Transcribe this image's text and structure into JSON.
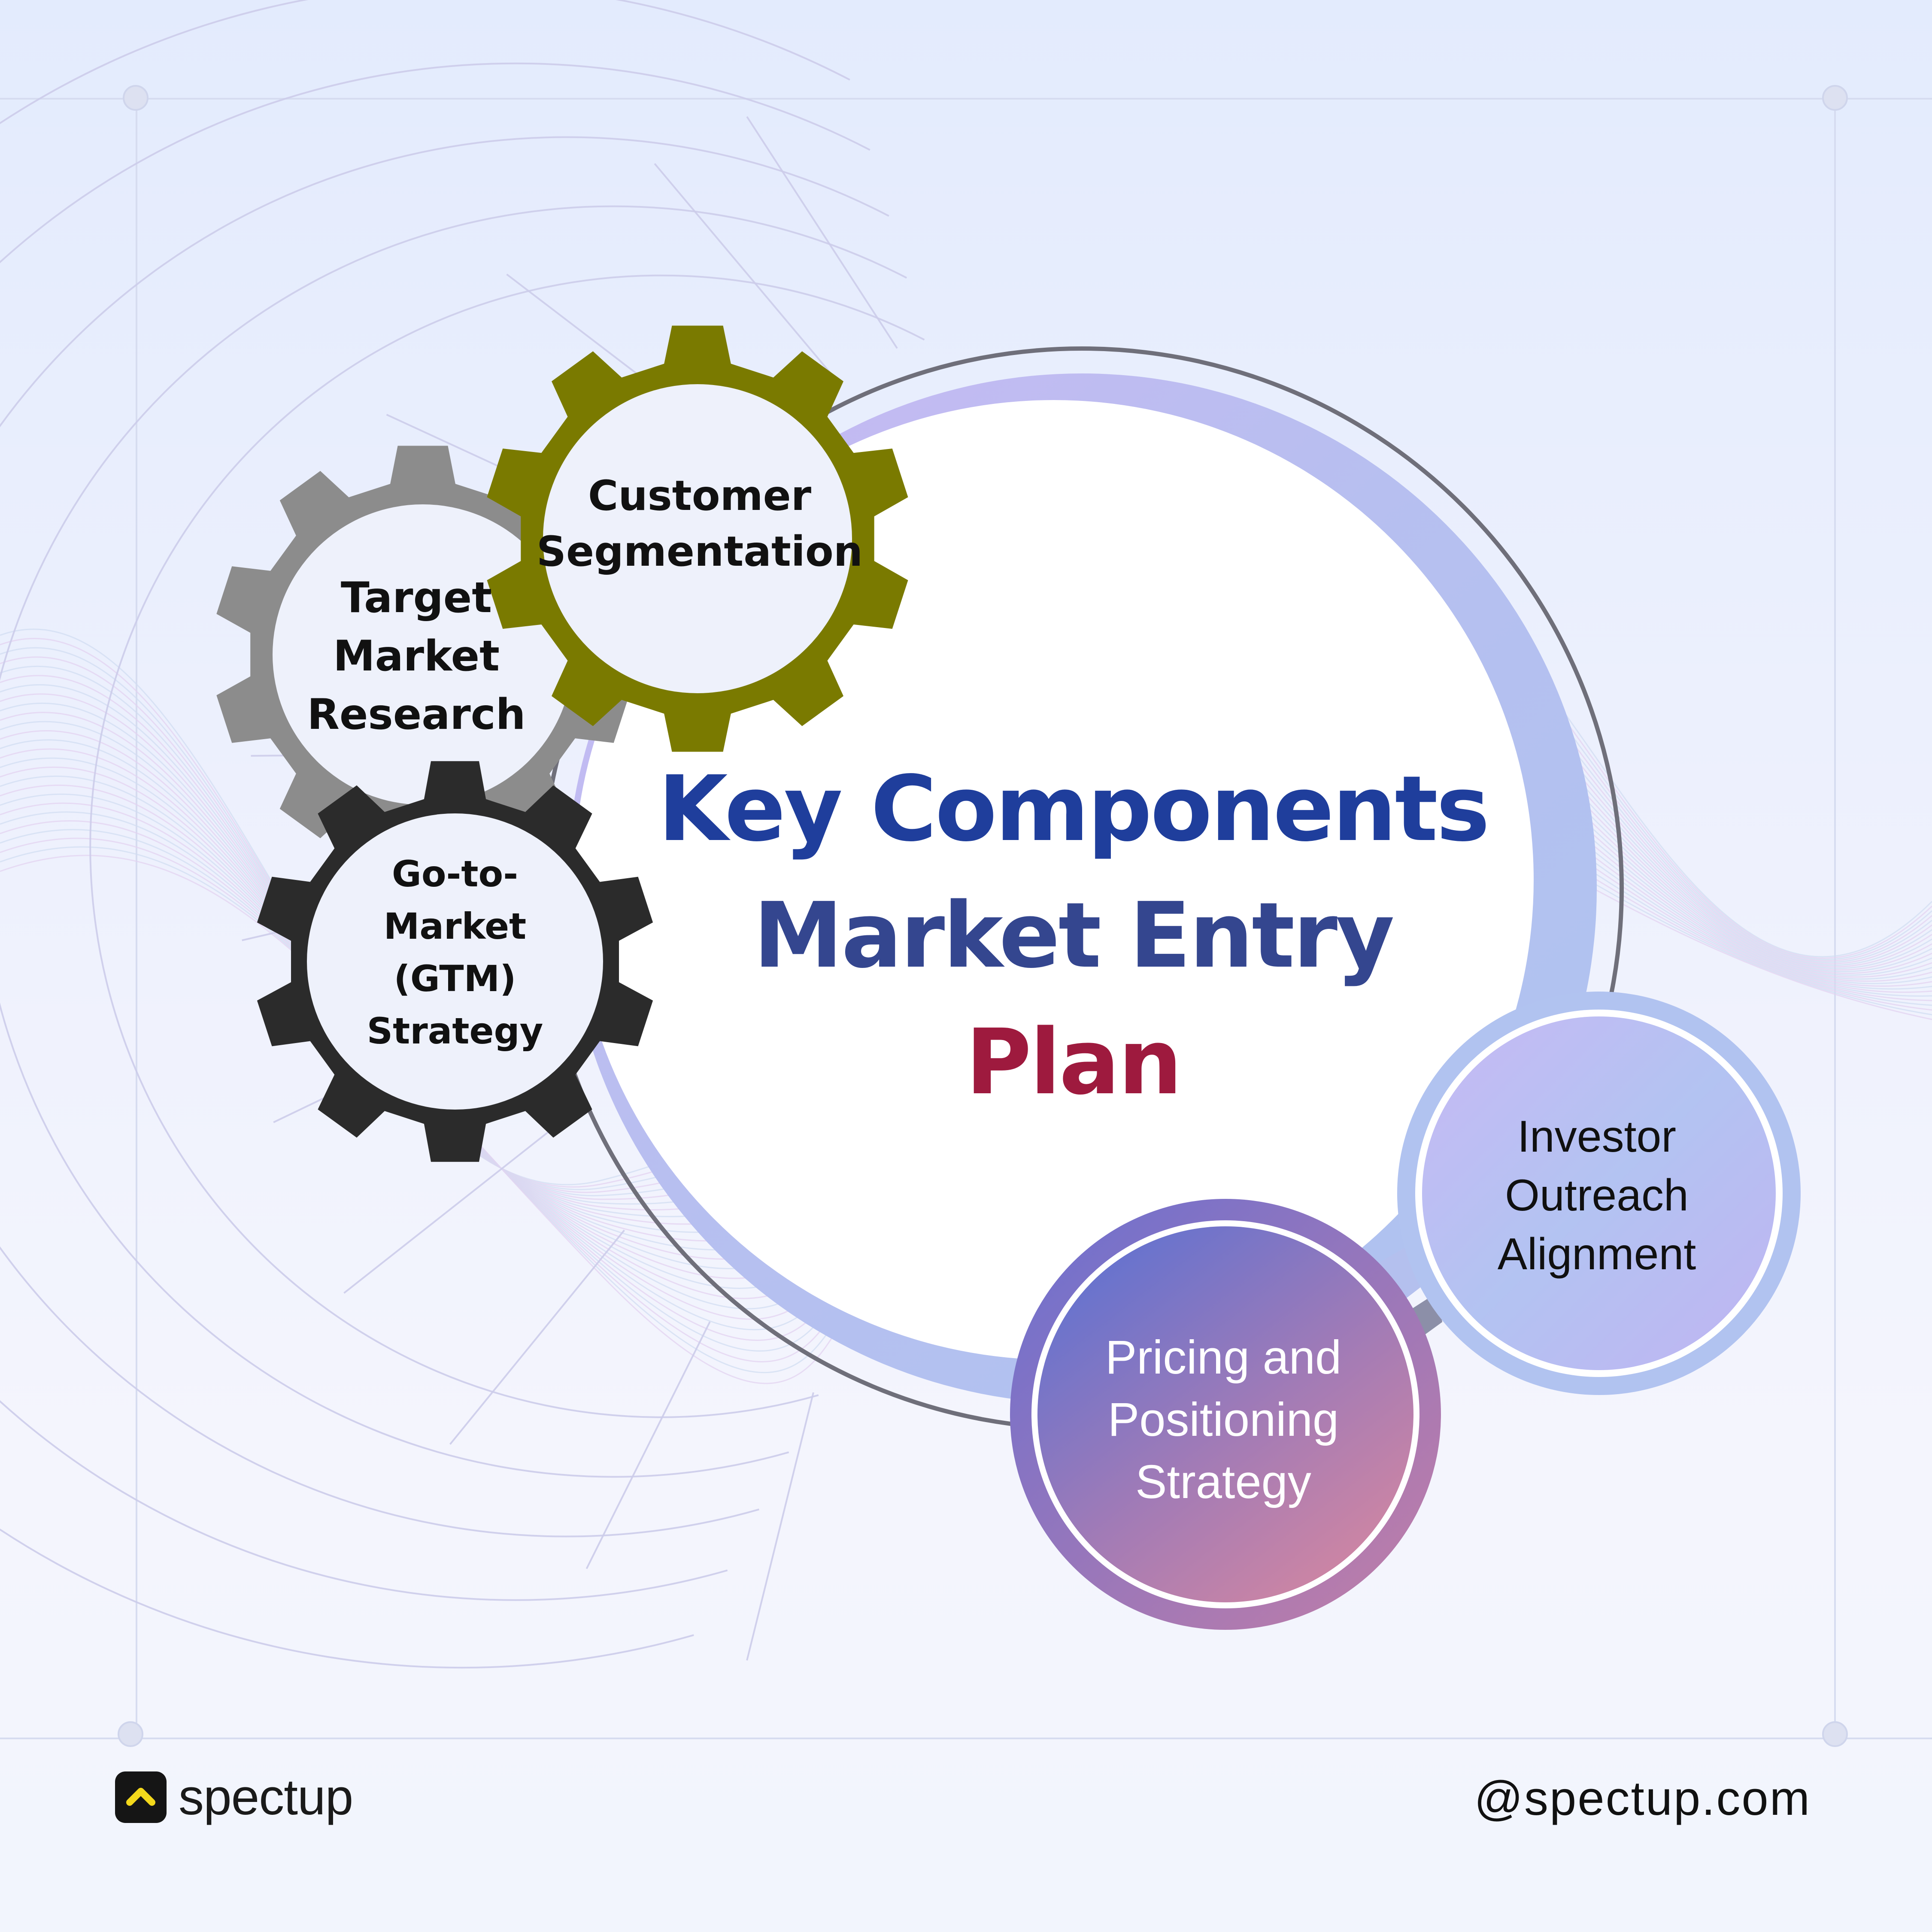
{
  "title": {
    "line1": "Key Components",
    "line2": "Market Entry",
    "line3": "Plan"
  },
  "gears": {
    "target": {
      "lines": [
        "Target",
        "Market",
        "Research"
      ],
      "color": "#8c8c8c",
      "icon": "gear-icon"
    },
    "customer": {
      "lines": [
        "Customer",
        "Segmentation"
      ],
      "color": "#7a7a00",
      "icon": "gear-icon"
    },
    "gtm": {
      "lines": [
        "Go-to-",
        "Market",
        "(GTM)",
        "Strategy"
      ],
      "color": "#2b2b2b",
      "icon": "gear-icon"
    }
  },
  "circles": {
    "investor": {
      "lines": [
        "Investor",
        "Outreach",
        "Alignment"
      ]
    },
    "pricing": {
      "lines": [
        "Pricing and",
        "Positioning",
        "Strategy"
      ]
    }
  },
  "footer": {
    "brand": "spectup",
    "brand_icon": "chevron-up-icon",
    "handle": "@spectup.com"
  },
  "colors": {
    "title_blue": "#1f3e9c",
    "title_plan": "#9e1a3e",
    "ring": "#b9b6f0",
    "brand_accent": "#f3d81b"
  }
}
